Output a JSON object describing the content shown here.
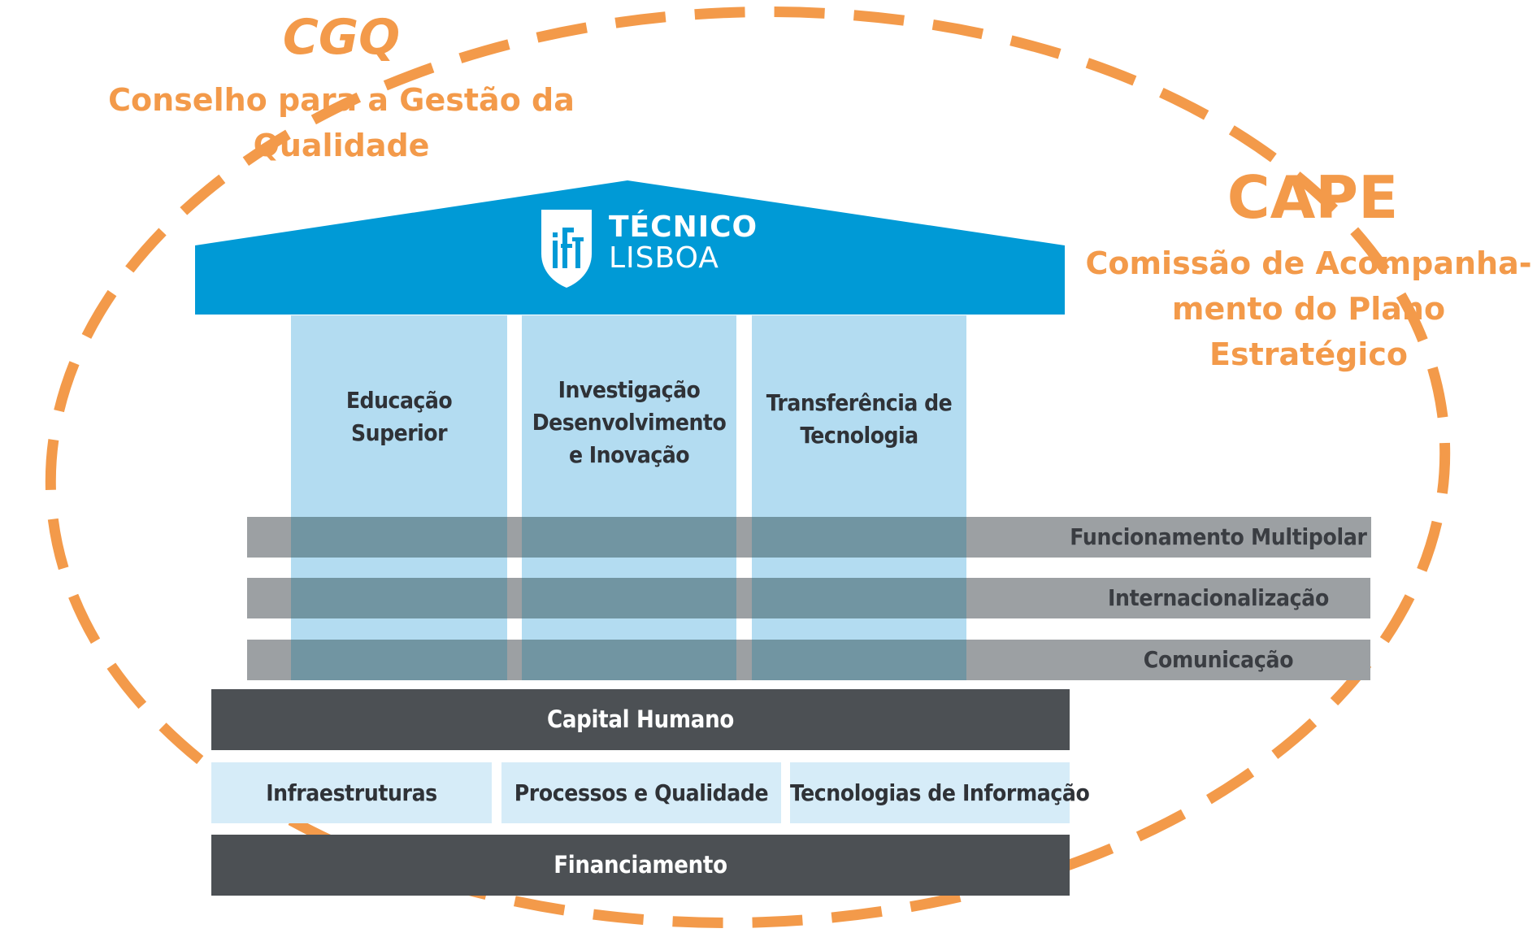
{
  "cgq": {
    "acronym": "CGQ",
    "full_name_line1": "Conselho para a Gestão da",
    "full_name_line2": "Qualidade"
  },
  "cape": {
    "acronym": "CAPE",
    "full_name_line1": "Comissão de Acompanha-",
    "full_name_line2": "mento do Plano Estratégico"
  },
  "logo": {
    "line1": "TÉCNICO",
    "line2": "LISBOA"
  },
  "pillars": [
    {
      "line1": "Educação",
      "line2": "Superior",
      "line3": ""
    },
    {
      "line1": "Investigação",
      "line2": "Desenvolvimento",
      "line3": "e Inovação"
    },
    {
      "line1": "Transferência de",
      "line2": "Tecnologia",
      "line3": ""
    }
  ],
  "cross_bars": [
    "Funcionamento Multipolar",
    "Internacionalização",
    "Comunicação"
  ],
  "base": {
    "capital_humano": "Capital Humano",
    "supports": [
      "Infraestruturas",
      "Processos e Qualidade",
      "Tecnologias de Informação"
    ],
    "financiamento": "Financiamento"
  },
  "colors": {
    "accent_orange": "#f39a4a",
    "roof_blue": "#009ad6",
    "pillar_light_blue": "#b3dcf1",
    "bar_grey": "#9ca0a3",
    "dark_grey": "#4c5054"
  }
}
